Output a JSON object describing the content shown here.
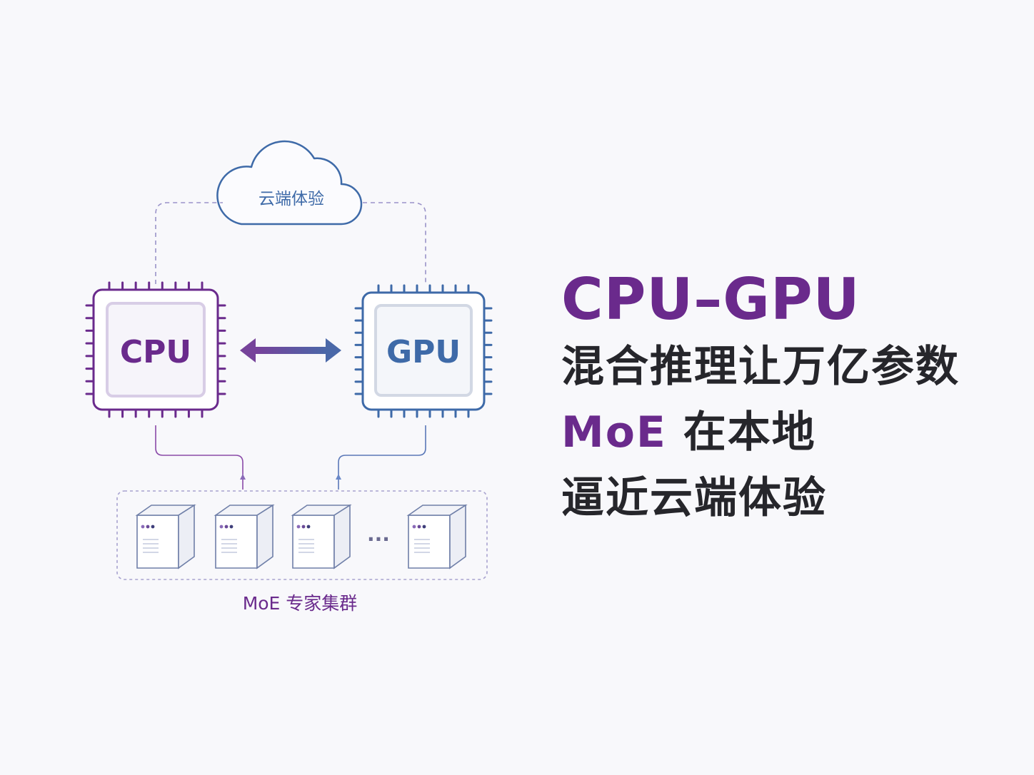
{
  "colors": {
    "background": "#f8f8fb",
    "cpu_purple": "#6a2a8c",
    "gpu_blue": "#3e6aa8",
    "cloud_blue": "#3e6aa8",
    "dash_lavender": "#9a93c9",
    "headline_dark": "#26262b",
    "accent_purple": "#6a2a8c"
  },
  "diagram": {
    "cloud_label": "云端体验",
    "cpu_label": "CPU",
    "gpu_label": "GPU",
    "cluster_label": "MoE 专家集群",
    "ellipsis": "...",
    "connector": "bidirectional-arrow"
  },
  "headline": {
    "line1": "CPU–GPU",
    "line2": "混合推理让万亿参数",
    "line3_accent": "MoE",
    "line3_rest": " 在本地",
    "line4": "逼近云端体验"
  }
}
